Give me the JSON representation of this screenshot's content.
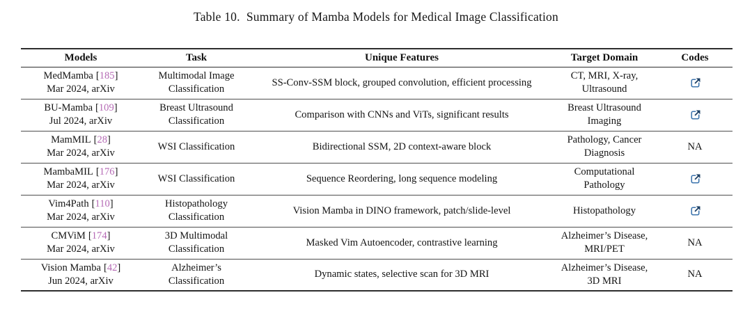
{
  "caption": "Table 10.  Summary of Mamba Models for Medical Image Classification",
  "punct": {
    "open": "[",
    "close": "]"
  },
  "colors": {
    "citation": "#b56ab5",
    "link_box": "#3c74ad",
    "link_arrow": "#1d4066"
  },
  "table": {
    "headers": {
      "models": "Models",
      "task": "Task",
      "features": "Unique Features",
      "domain": "Target Domain",
      "codes": "Codes"
    },
    "rows": [
      {
        "name": "MedMamba",
        "citation": "185",
        "date": "Mar 2024, arXiv",
        "task": "Multimodal Image Classification",
        "features": "SS-Conv-SSM block, grouped convolution, efficient processing",
        "domain": "CT, MRI, X-ray, Ultrasound",
        "code": "link"
      },
      {
        "name": "BU-Mamba",
        "citation": "109",
        "date": "Jul 2024, arXiv",
        "task": "Breast Ultrasound Classification",
        "features": "Comparison with CNNs and ViTs, significant results",
        "domain": "Breast Ultrasound Imaging",
        "code": "link"
      },
      {
        "name": "MamMIL",
        "citation": "28",
        "date": "Mar 2024, arXiv",
        "task": "WSI Classification",
        "features": "Bidirectional SSM, 2D context-aware block",
        "domain": "Pathology, Cancer Diagnosis",
        "code": "NA"
      },
      {
        "name": "MambaMIL",
        "citation": "176",
        "date": "Mar 2024, arXiv",
        "task": "WSI Classification",
        "features": "Sequence Reordering, long sequence modeling",
        "domain": "Computational Pathology",
        "code": "link"
      },
      {
        "name": "Vim4Path",
        "citation": "110",
        "date": "Mar 2024, arXiv",
        "task": "Histopathology Classification",
        "features": "Vision Mamba in DINO framework, patch/slide-level",
        "domain": "Histopathology",
        "code": "link"
      },
      {
        "name": "CMViM",
        "citation": "174",
        "date": "Mar 2024, arXiv",
        "task": "3D Multimodal Classification",
        "features": "Masked Vim Autoencoder, contrastive learning",
        "domain": "Alzheimer’s Disease, MRI/PET",
        "code": "NA"
      },
      {
        "name": "Vision Mamba",
        "citation": "42",
        "date": "Jun 2024, arXiv",
        "task": "Alzheimer’s Classification",
        "features": "Dynamic states, selective scan for 3D MRI",
        "domain": "Alzheimer’s Disease, 3D MRI",
        "code": "NA"
      }
    ]
  }
}
